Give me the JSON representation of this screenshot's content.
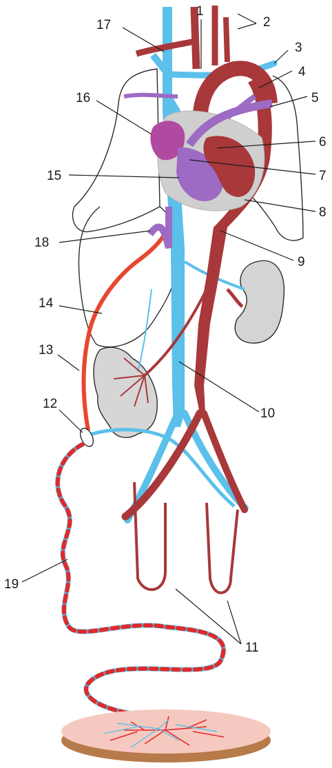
{
  "labels": {
    "l1": "1",
    "l2": "2",
    "l3": "3",
    "l4": "4",
    "l5": "5",
    "l6": "6",
    "l7": "7",
    "l8": "8",
    "l9": "9",
    "l10": "10",
    "l11": "11",
    "l12": "12",
    "l13": "13",
    "l14": "14",
    "l15": "15",
    "l16": "16",
    "l17": "17",
    "l18": "18",
    "l19": "19"
  },
  "colors": {
    "artery": "#a8383a",
    "artery_bright": "#e8462f",
    "vein": "#5bc0ea",
    "mixed": "#9d6bc4",
    "organ_gray": "#cfcfcf",
    "heart_pink": "#b04aa0",
    "placenta": "#f6c9c0",
    "placenta_edge": "#b77a4a"
  }
}
